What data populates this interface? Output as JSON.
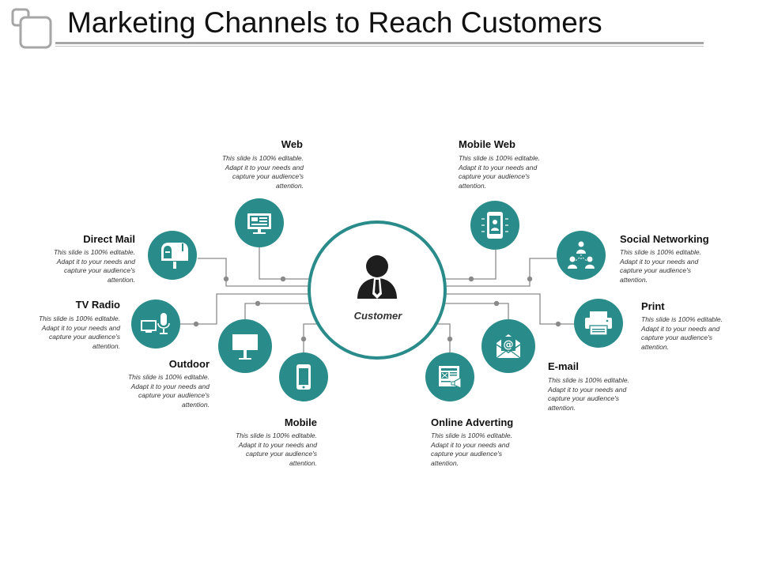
{
  "title": "Marketing Channels to Reach Customers",
  "center": {
    "label": "Customer",
    "icon": "customer-icon"
  },
  "colors": {
    "accent": "#2a8c8a",
    "line": "#8a8a8a",
    "title_rule": "#a6a6a6",
    "text": "#111111"
  },
  "channels": [
    {
      "id": "web",
      "title": "Web",
      "desc": "This slide is 100% editable. Adapt it to your needs and capture your audience's attention.",
      "icon": "monitor-icon"
    },
    {
      "id": "mobile-web",
      "title": "Mobile Web",
      "desc": "This slide is 100% editable. Adapt it to your needs and capture your audience's attention.",
      "icon": "mobile-web-icon"
    },
    {
      "id": "direct-mail",
      "title": "Direct Mail",
      "desc": "This slide is 100% editable. Adapt it to your needs and capture your audience's attention.",
      "icon": "mailbox-icon"
    },
    {
      "id": "social-networking",
      "title": "Social Networking",
      "desc": "This slide is 100% editable. Adapt it to your needs and capture your audience's attention.",
      "icon": "network-icon"
    },
    {
      "id": "tv-radio",
      "title": "TV Radio",
      "desc": "This slide is 100% editable. Adapt it to your needs and capture your audience's attention.",
      "icon": "tv-mic-icon"
    },
    {
      "id": "print",
      "title": "Print",
      "desc": "This slide is 100% editable. Adapt it to your needs and capture your audience's attention.",
      "icon": "printer-icon"
    },
    {
      "id": "outdoor",
      "title": "Outdoor",
      "desc": "This slide is 100% editable. Adapt it to your needs and capture your audience's attention.",
      "icon": "billboard-icon"
    },
    {
      "id": "email",
      "title": "E-mail",
      "desc": "This slide is 100% editable. Adapt it to your needs and capture your audience's attention.",
      "icon": "email-icon"
    },
    {
      "id": "mobile",
      "title": "Mobile",
      "desc": "This slide is 100% editable. Adapt it to your needs and capture your audience's attention.",
      "icon": "smartphone-icon"
    },
    {
      "id": "online-advertising",
      "title": "Online Adverting",
      "desc": "This slide is 100% editable. Adapt it to your needs and capture your audience's attention.",
      "icon": "online-ad-icon"
    }
  ]
}
